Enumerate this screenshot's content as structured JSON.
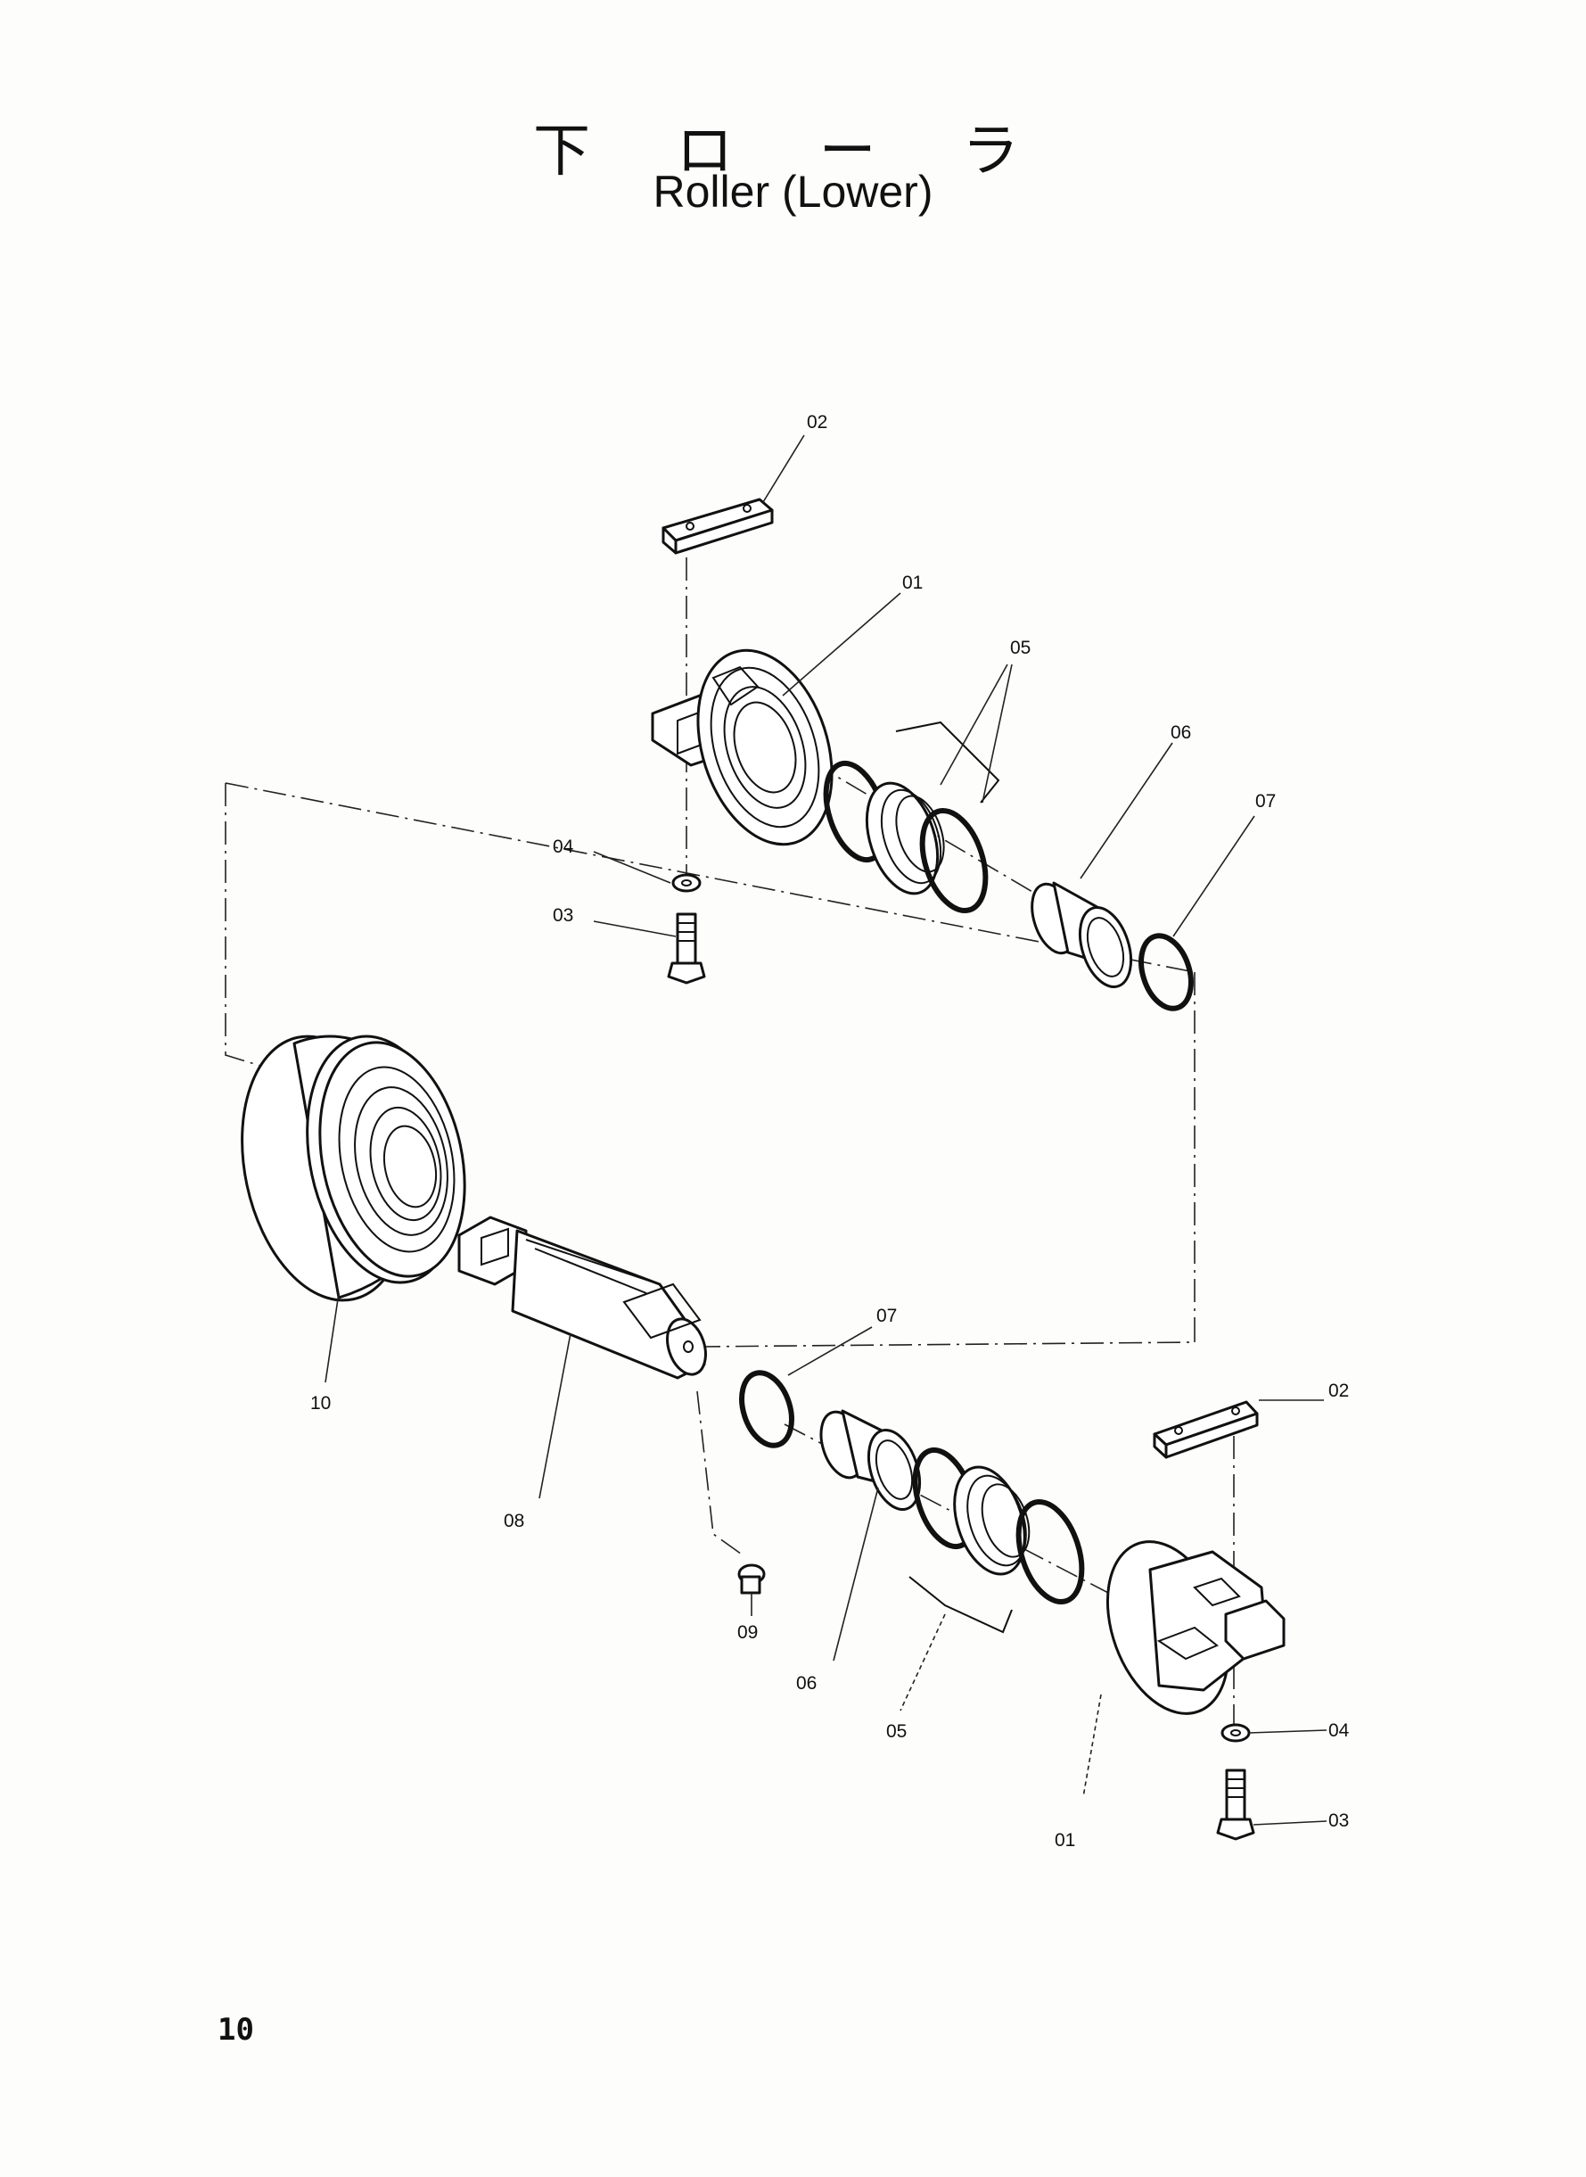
{
  "page": {
    "title_jp": "下 ロ ー ラ",
    "title_en": "Roller (Lower)",
    "page_number": "10"
  },
  "callouts": {
    "top_02": "02",
    "top_01": "01",
    "top_05": "05",
    "top_06": "06",
    "top_07": "07",
    "top_04": "04",
    "top_03": "03",
    "roller_10": "10",
    "shaft_08": "08",
    "bottom_07": "07",
    "bottom_02": "02",
    "plug_09": "09",
    "bottom_06": "06",
    "bottom_05": "05",
    "bottom_04": "04",
    "bottom_03": "03",
    "bottom_01": "01"
  }
}
